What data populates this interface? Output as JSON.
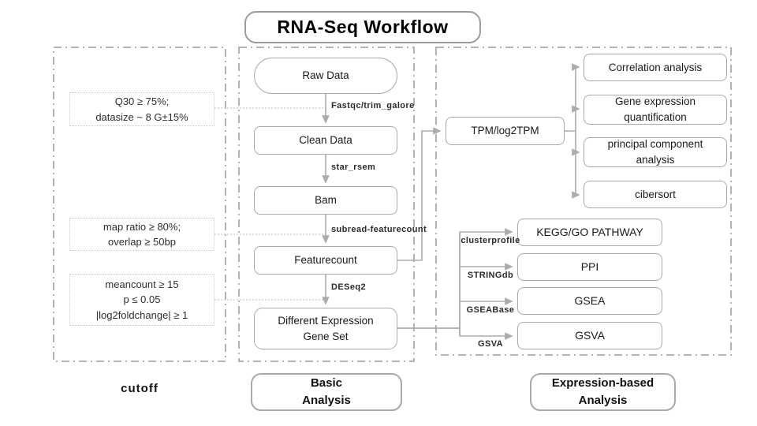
{
  "title": "RNA-Seq Workflow",
  "colors": {
    "line_gray": "#ababab",
    "border_gray": "#a9a9a9"
  },
  "cutoff_panel": {
    "footer_label": "cutoff",
    "boxes": {
      "q30": "Q30 ≥ 75%;\ndatasize ~ 8 G±15%",
      "map_ratio": "map ratio ≥ 80%;\noverlap ≥ 50bp",
      "meancount": "meancount ≥ 15\np ≤ 0.05\n|log2foldchange| ≥  1"
    }
  },
  "basic_panel": {
    "footer_label": "Basic\nAnalysis",
    "nodes": {
      "raw_data": "Raw Data",
      "clean_data": "Clean Data",
      "bam": "Bam",
      "featurecount": "Featurecount",
      "deg_set": "Different Expression\nGene Set"
    },
    "edge_labels": {
      "fastqc": "Fastqc/trim_galore",
      "star_rsem": "star_rsem",
      "subread": "subread-featurecount",
      "deseq2": "DESeq2"
    }
  },
  "expression_panel": {
    "footer_label": "Expression-based\nAnalysis",
    "nodes": {
      "tpm": "TPM/log2TPM",
      "correlation": "Correlation analysis",
      "gene_expression": "Gene expression\nquantification",
      "pca": "principal component\nanalysis",
      "cibersort": "cibersort",
      "kegg": "KEGG/GO PATHWAY",
      "ppi": "PPI",
      "gsea": "GSEA",
      "gsva": "GSVA"
    },
    "edge_labels": {
      "clusterprofile": "clusterprofile",
      "stringdb": "STRINGdb",
      "gseabase": "GSEABase",
      "gsva": "GSVA"
    }
  }
}
